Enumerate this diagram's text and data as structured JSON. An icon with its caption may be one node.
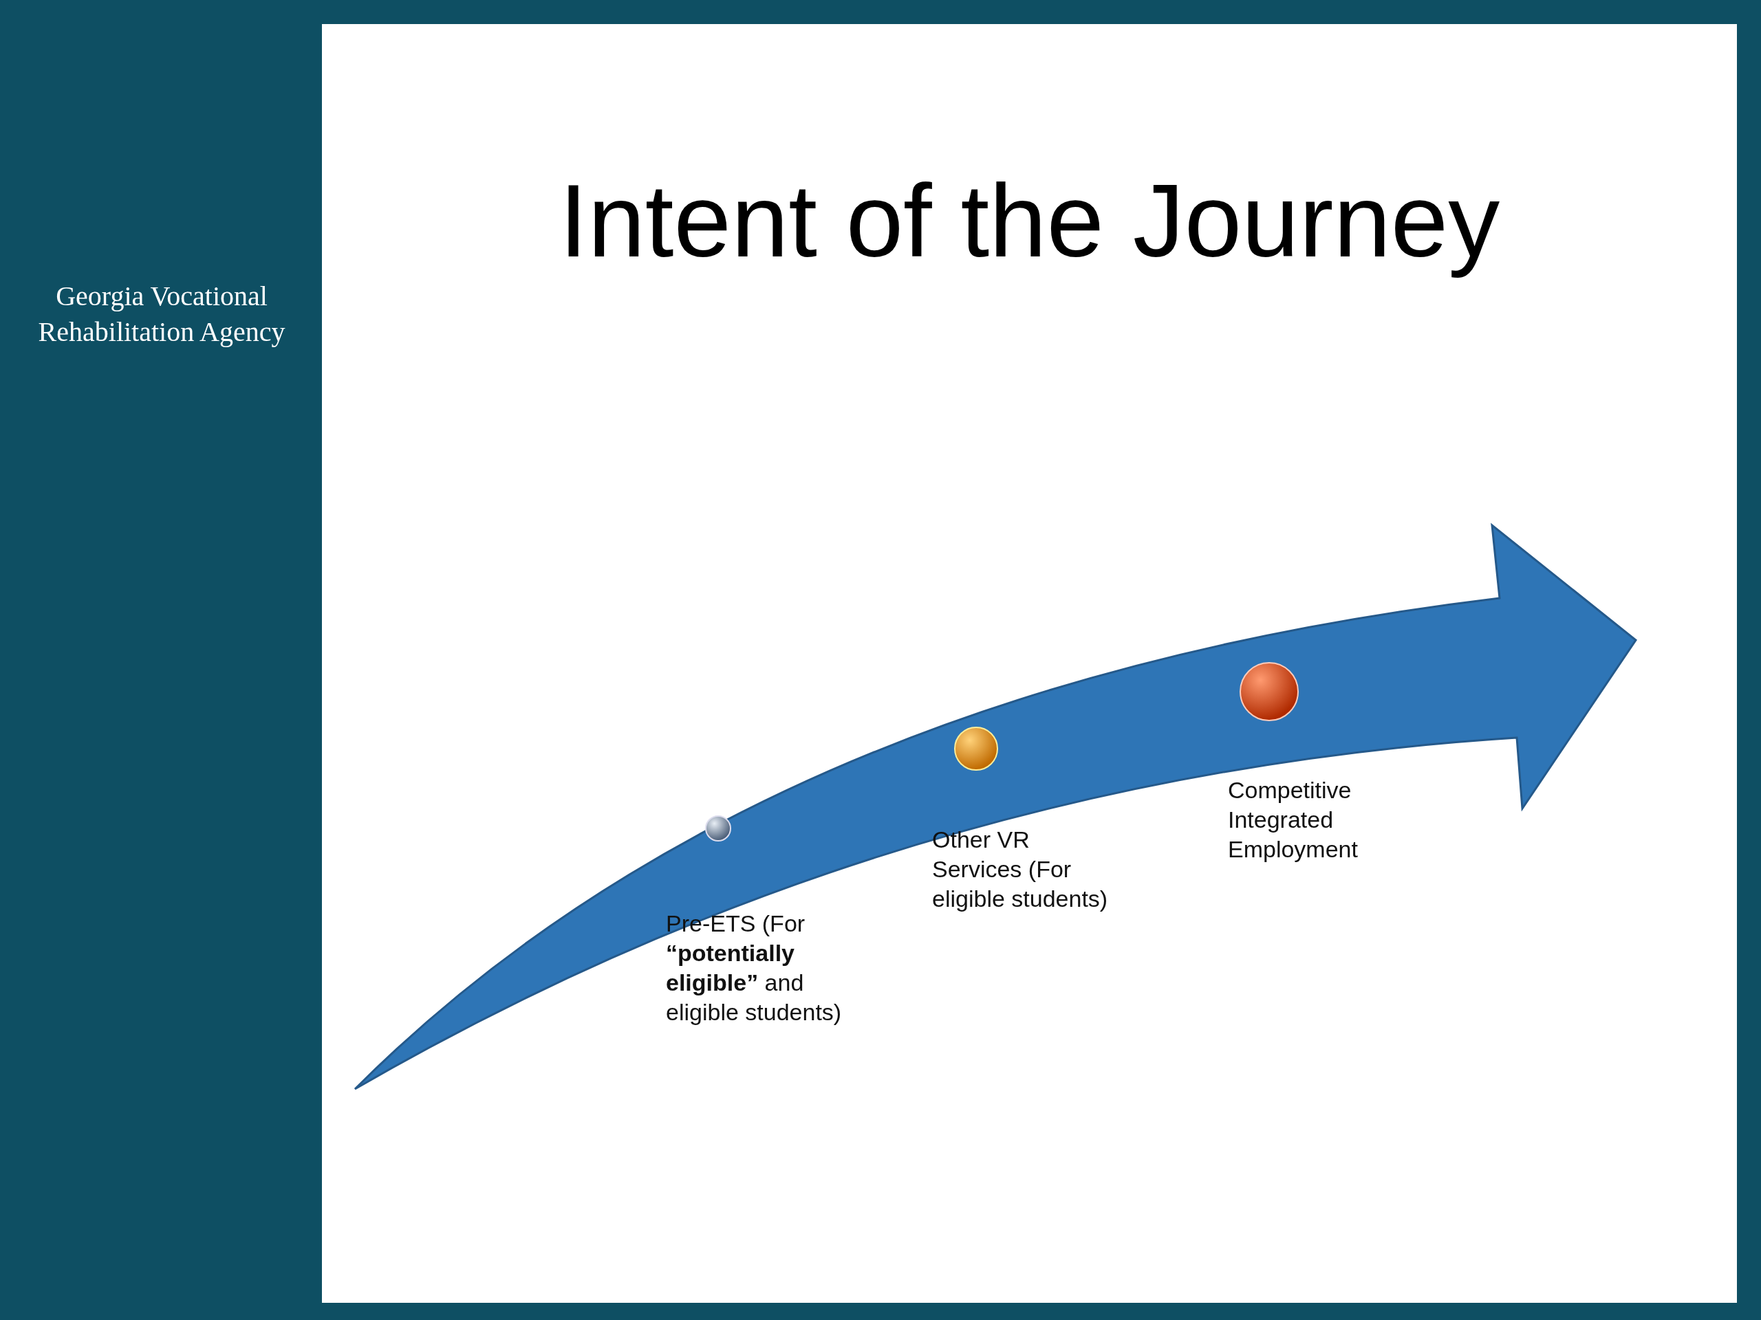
{
  "diagram": {
    "title": "Intent of the Journey",
    "nodes": [
      {
        "text": [
          "Pre-ETS (For **“potentially eligible”** and eligible students)"
        ]
      },
      {
        "text": [
          "Other VR Services (For eligible students)"
        ]
      },
      {
        "text": [
          "Competitive Integrated Employment"
        ]
      }
    ],
    "labels": [
      "Georgia Vocational Rehabilitation Agency"
    ]
  }
}
